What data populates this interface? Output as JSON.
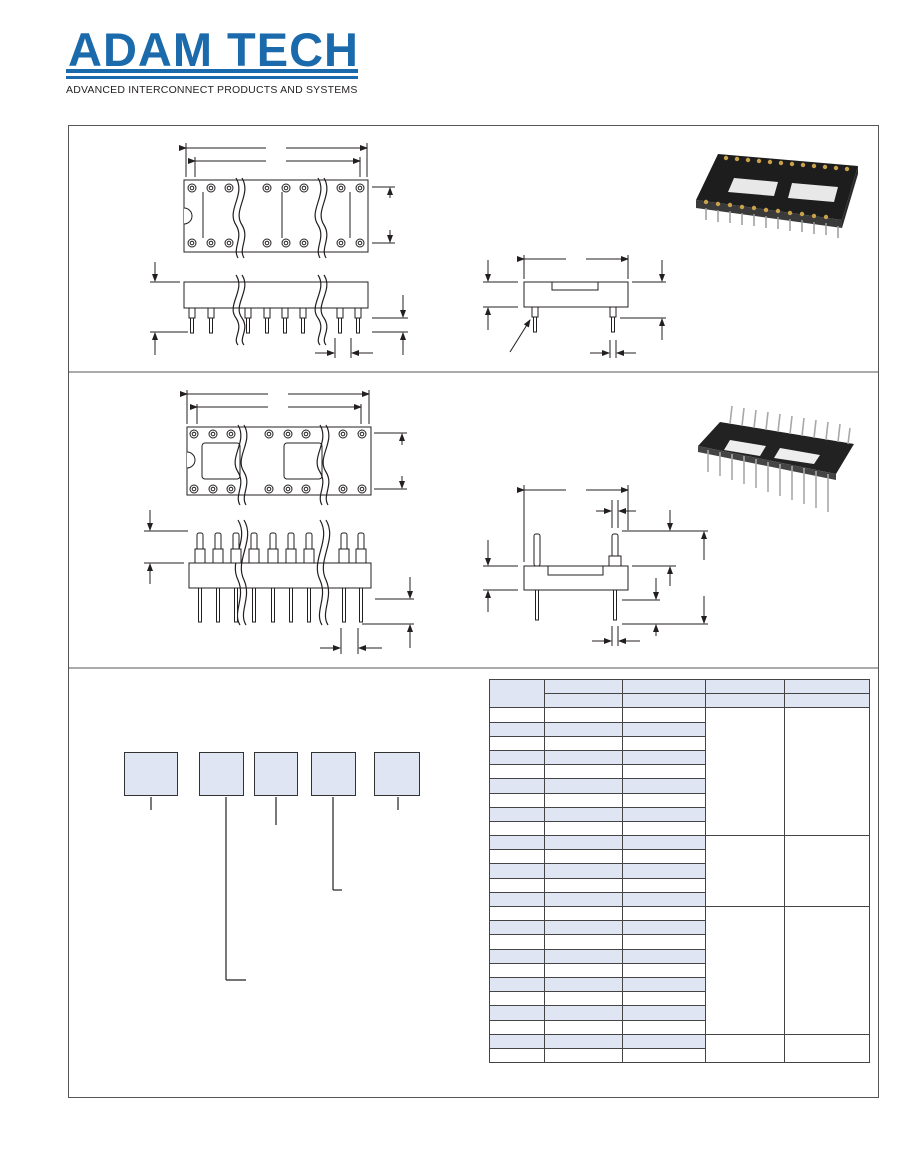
{
  "brand": {
    "logo_text": "ADAM TECH",
    "tagline": "ADVANCED INTERCONNECT PRODUCTS AND SYSTEMS",
    "color": "#1b6aab"
  },
  "colors": {
    "line": "#231f20",
    "cell_shade": "#dfe5f3",
    "frame": "#555555"
  },
  "icons": [
    "dip-socket-low-profile-photo",
    "dip-socket-wire-wrap-photo"
  ],
  "part_number_boxes": [
    "",
    "",
    "",
    "",
    ""
  ],
  "table_rows": 25
}
